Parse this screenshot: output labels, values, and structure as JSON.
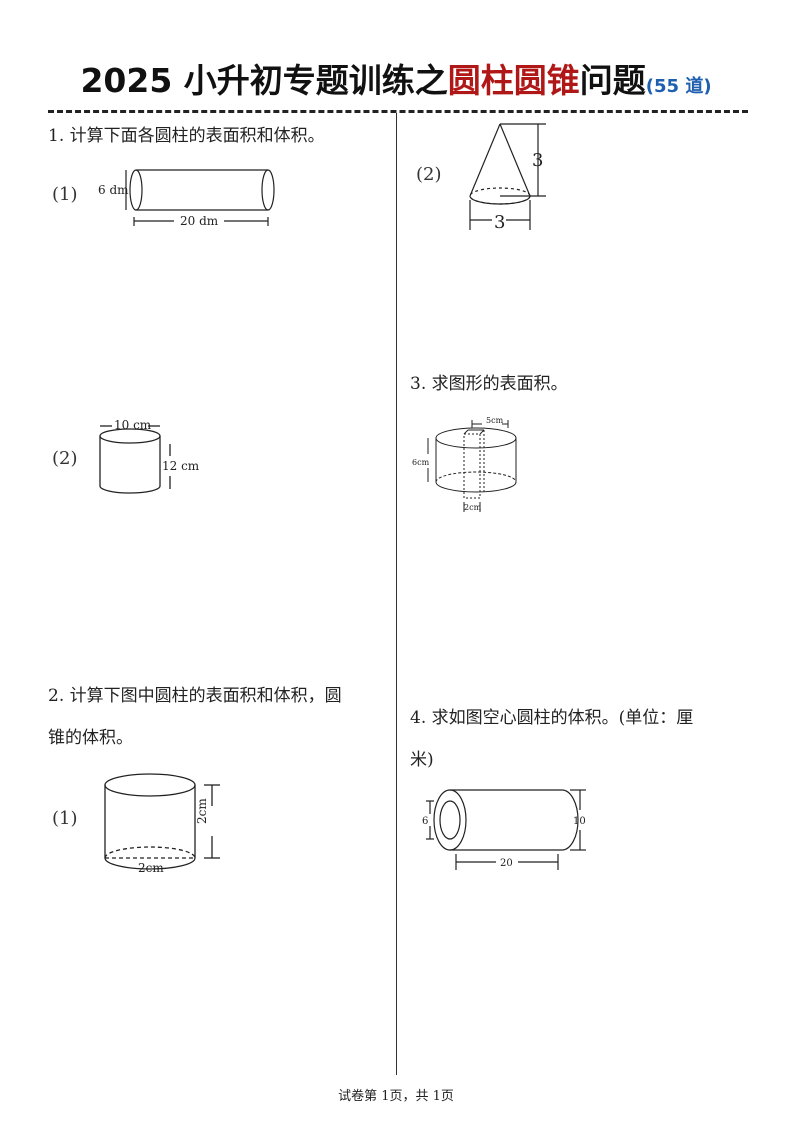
{
  "title": {
    "part1": "2025 小升初专题训练之",
    "part2": "圆柱圆锥",
    "part3": "问题",
    "part4": "(55 道)"
  },
  "questions": {
    "q1": {
      "text": "1. 计算下面各圆柱的表面积和体积。",
      "sub1": {
        "label": "(1)",
        "height_label": "6 dm",
        "length_label": "20 dm"
      },
      "sub2": {
        "label": "(2)",
        "diameter_label": "10 cm",
        "height_label": "12 cm"
      }
    },
    "q2": {
      "text_line1": "2. 计算下图中圆柱的表面积和体积，圆",
      "text_line2": "锥的体积。",
      "sub1": {
        "label": "(1)",
        "height_label": "2cm",
        "diameter_label": "2cm"
      },
      "sub2": {
        "label": "(2)",
        "height_label": "3",
        "diameter_label": "3"
      }
    },
    "q3": {
      "text": "3. 求图形的表面积。",
      "top_label": "5cm",
      "height_label": "6cm",
      "bottom_label": "2cm"
    },
    "q4": {
      "text_line1": "4. 求如图空心圆柱的体积。(单位：厘",
      "text_line2": "米)",
      "inner_label": "6",
      "outer_label": "10",
      "length_label": "20"
    }
  },
  "footer": "试卷第 1页，共 1页"
}
